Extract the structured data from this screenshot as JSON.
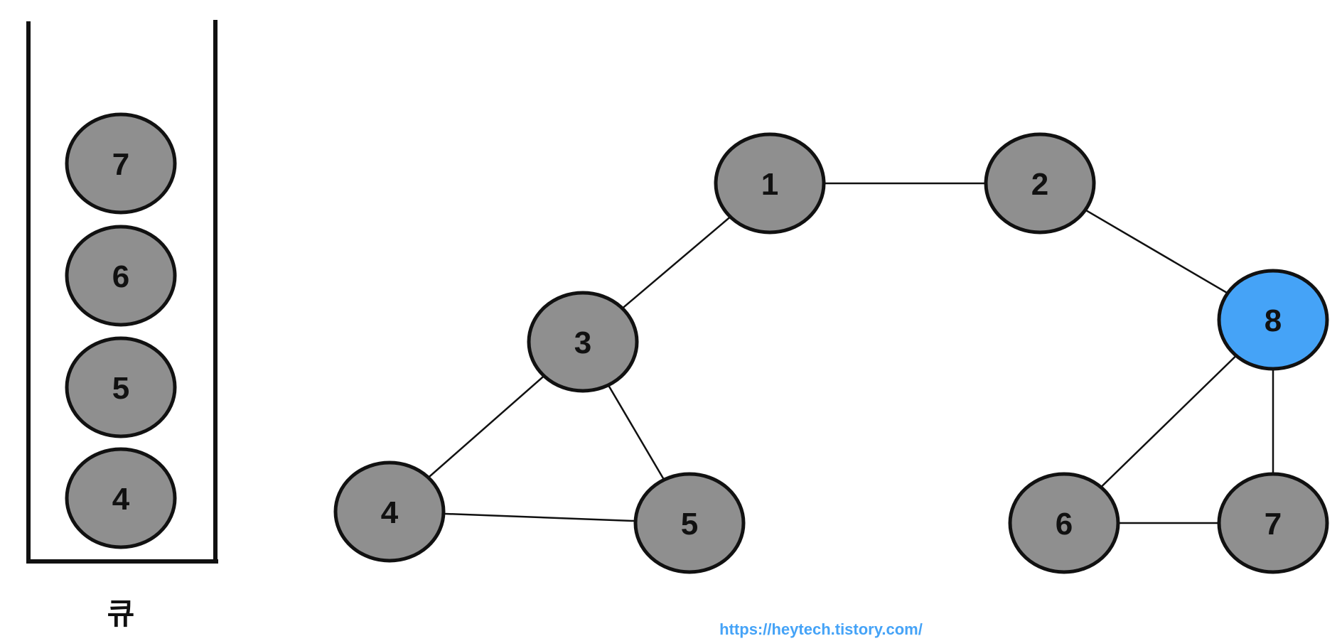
{
  "queue": {
    "caption": "큐",
    "items": [
      "7",
      "6",
      "5",
      "4"
    ]
  },
  "graph": {
    "nodes": [
      {
        "id": "1",
        "label": "1",
        "active": false
      },
      {
        "id": "2",
        "label": "2",
        "active": false
      },
      {
        "id": "3",
        "label": "3",
        "active": false
      },
      {
        "id": "4",
        "label": "4",
        "active": false
      },
      {
        "id": "5",
        "label": "5",
        "active": false
      },
      {
        "id": "6",
        "label": "6",
        "active": false
      },
      {
        "id": "7",
        "label": "7",
        "active": false
      },
      {
        "id": "8",
        "label": "8",
        "active": true
      }
    ],
    "edges": [
      [
        "1",
        "2"
      ],
      [
        "1",
        "3"
      ],
      [
        "2",
        "8"
      ],
      [
        "3",
        "4"
      ],
      [
        "3",
        "5"
      ],
      [
        "4",
        "5"
      ],
      [
        "8",
        "6"
      ],
      [
        "8",
        "7"
      ],
      [
        "6",
        "7"
      ]
    ]
  },
  "colors": {
    "node_fill": "#8f8f8f",
    "active_fill": "#45a3f7",
    "stroke": "#111111",
    "link": "#45a3f7"
  },
  "footer": {
    "url": "https://heytech.tistory.com/"
  }
}
